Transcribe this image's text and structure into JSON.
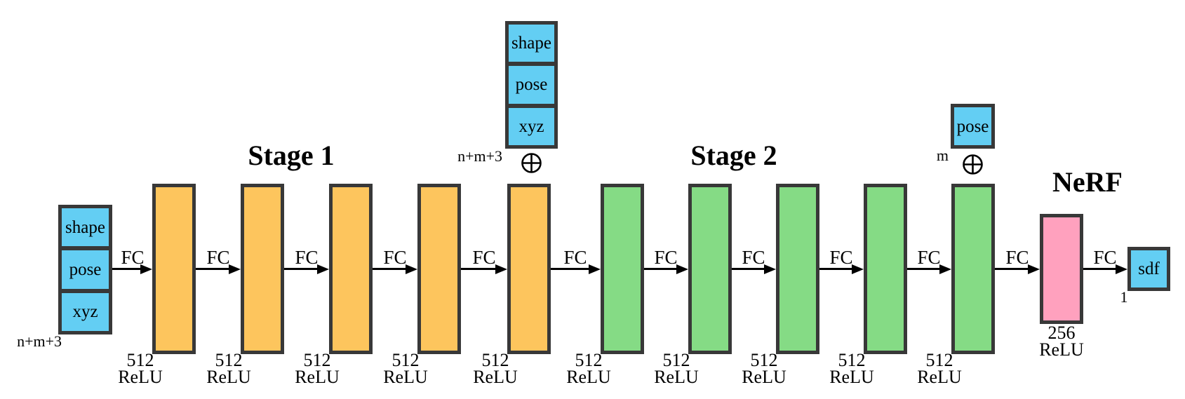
{
  "titles": {
    "stage1": "Stage 1",
    "stage2": "Stage 2",
    "nerf": "NeRF"
  },
  "labels": {
    "fc": "FC"
  },
  "icons": {
    "concat": "circled-plus-concatenation"
  },
  "inputs": {
    "left_stack": {
      "cells": [
        "shape",
        "pose",
        "xyz"
      ],
      "dim": "n+m+3"
    },
    "top_stack": {
      "cells": [
        "shape",
        "pose",
        "xyz"
      ],
      "dim": "n+m+3"
    },
    "pose_box": {
      "cells": [
        "pose"
      ],
      "dim": "m"
    },
    "output_box": {
      "label": "sdf",
      "dim": "1"
    }
  },
  "layers": {
    "stage1": [
      {
        "size": "512",
        "activation": "ReLU"
      },
      {
        "size": "512",
        "activation": "ReLU"
      },
      {
        "size": "512",
        "activation": "ReLU"
      },
      {
        "size": "512",
        "activation": "ReLU"
      },
      {
        "size": "512",
        "activation": "ReLU"
      }
    ],
    "stage2": [
      {
        "size": "512",
        "activation": "ReLU"
      },
      {
        "size": "512",
        "activation": "ReLU"
      },
      {
        "size": "512",
        "activation": "ReLU"
      },
      {
        "size": "512",
        "activation": "ReLU"
      },
      {
        "size": "512",
        "activation": "ReLU"
      }
    ],
    "nerf": {
      "size": "256",
      "activation": "ReLU"
    }
  },
  "colors": {
    "input_box": "#63CEF3",
    "stage1_bar": "#FDC55D",
    "stage2_bar": "#85DB85",
    "nerf_bar": "#FFA1BE",
    "border": "#383838"
  }
}
